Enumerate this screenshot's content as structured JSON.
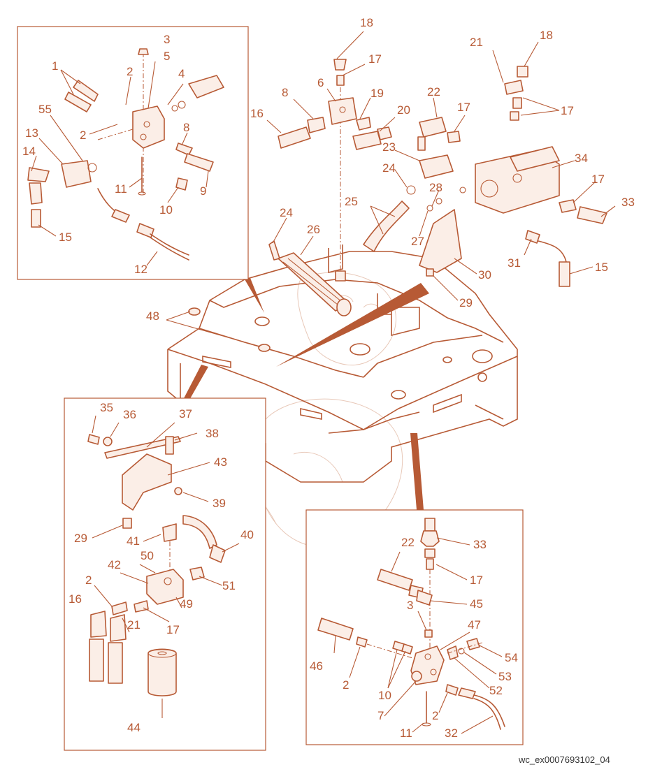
{
  "figure": {
    "image_code": "wc_ex0007693102_04",
    "colors": {
      "line": "#b75a35",
      "fill": "#fbeee7",
      "code_text": "#333333"
    }
  },
  "callouts": {
    "tl": [
      {
        "id": "tl-1",
        "text": "1"
      },
      {
        "id": "tl-2a",
        "text": "2"
      },
      {
        "id": "tl-3",
        "text": "3"
      },
      {
        "id": "tl-5",
        "text": "5"
      },
      {
        "id": "tl-4",
        "text": "4"
      },
      {
        "id": "tl-55",
        "text": "55"
      },
      {
        "id": "tl-13",
        "text": "13"
      },
      {
        "id": "tl-2b",
        "text": "2"
      },
      {
        "id": "tl-8",
        "text": "8"
      },
      {
        "id": "tl-14",
        "text": "14"
      },
      {
        "id": "tl-11",
        "text": "11"
      },
      {
        "id": "tl-10",
        "text": "10"
      },
      {
        "id": "tl-9",
        "text": "9"
      },
      {
        "id": "tl-15",
        "text": "15"
      },
      {
        "id": "tl-12",
        "text": "12"
      }
    ],
    "top": [
      {
        "id": "t-18a",
        "text": "18"
      },
      {
        "id": "t-17a",
        "text": "17"
      },
      {
        "id": "t-6",
        "text": "6"
      },
      {
        "id": "t-8",
        "text": "8"
      },
      {
        "id": "t-19",
        "text": "19"
      },
      {
        "id": "t-16",
        "text": "16"
      },
      {
        "id": "t-20",
        "text": "20"
      },
      {
        "id": "t-21a",
        "text": "21"
      },
      {
        "id": "t-18b",
        "text": "18"
      },
      {
        "id": "t-22",
        "text": "22"
      },
      {
        "id": "t-17b",
        "text": "17"
      },
      {
        "id": "t-17c",
        "text": "17"
      },
      {
        "id": "t-23",
        "text": "23"
      },
      {
        "id": "t-34",
        "text": "34"
      },
      {
        "id": "t-24a",
        "text": "24"
      },
      {
        "id": "t-28",
        "text": "28"
      },
      {
        "id": "t-25",
        "text": "25"
      },
      {
        "id": "t-17d",
        "text": "17"
      },
      {
        "id": "t-33",
        "text": "33"
      },
      {
        "id": "t-27",
        "text": "27"
      },
      {
        "id": "t-24b",
        "text": "24"
      },
      {
        "id": "t-26",
        "text": "26"
      },
      {
        "id": "t-31",
        "text": "31"
      },
      {
        "id": "t-15",
        "text": "15"
      },
      {
        "id": "t-30",
        "text": "30"
      },
      {
        "id": "t-29",
        "text": "29"
      },
      {
        "id": "t-48",
        "text": "48"
      }
    ],
    "bl": [
      {
        "id": "bl-35",
        "text": "35"
      },
      {
        "id": "bl-36",
        "text": "36"
      },
      {
        "id": "bl-37",
        "text": "37"
      },
      {
        "id": "bl-38",
        "text": "38"
      },
      {
        "id": "bl-43",
        "text": "43"
      },
      {
        "id": "bl-39",
        "text": "39"
      },
      {
        "id": "bl-29",
        "text": "29"
      },
      {
        "id": "bl-41",
        "text": "41"
      },
      {
        "id": "bl-40",
        "text": "40"
      },
      {
        "id": "bl-50",
        "text": "50"
      },
      {
        "id": "bl-42",
        "text": "42"
      },
      {
        "id": "bl-2",
        "text": "2"
      },
      {
        "id": "bl-51",
        "text": "51"
      },
      {
        "id": "bl-16",
        "text": "16"
      },
      {
        "id": "bl-49",
        "text": "49"
      },
      {
        "id": "bl-21",
        "text": "21"
      },
      {
        "id": "bl-17",
        "text": "17"
      },
      {
        "id": "bl-44",
        "text": "44"
      }
    ],
    "br": [
      {
        "id": "br-33",
        "text": "33"
      },
      {
        "id": "br-22",
        "text": "22"
      },
      {
        "id": "br-17",
        "text": "17"
      },
      {
        "id": "br-45",
        "text": "45"
      },
      {
        "id": "br-3",
        "text": "3"
      },
      {
        "id": "br-47",
        "text": "47"
      },
      {
        "id": "br-46",
        "text": "46"
      },
      {
        "id": "br-54",
        "text": "54"
      },
      {
        "id": "br-2a",
        "text": "2"
      },
      {
        "id": "br-53",
        "text": "53"
      },
      {
        "id": "br-10",
        "text": "10"
      },
      {
        "id": "br-52",
        "text": "52"
      },
      {
        "id": "br-7",
        "text": "7"
      },
      {
        "id": "br-2b",
        "text": "2"
      },
      {
        "id": "br-11",
        "text": "11"
      },
      {
        "id": "br-32",
        "text": "32"
      }
    ]
  }
}
